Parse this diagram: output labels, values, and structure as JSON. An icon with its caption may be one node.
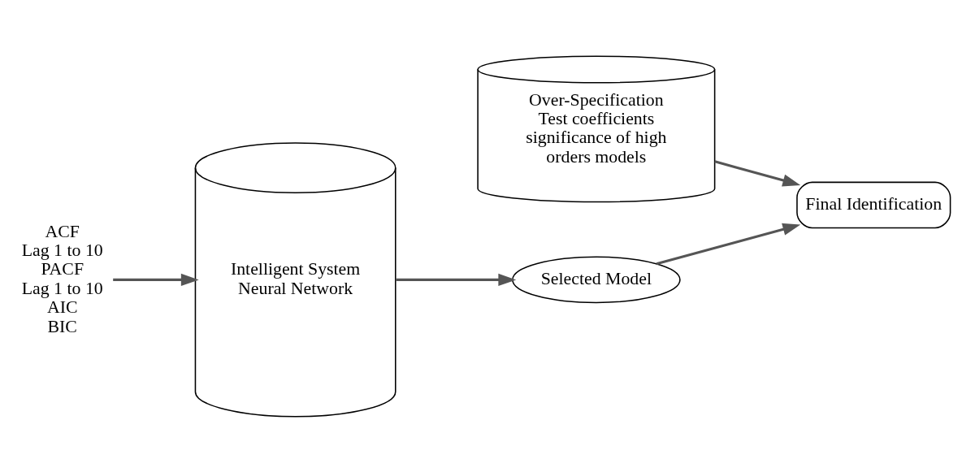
{
  "diagram": {
    "nodes": [
      {
        "text": [
          "ACF",
          "Lag 1 to 10",
          "PACF",
          "Lag 1 to 10",
          "AIC",
          "BIC"
        ]
      },
      {
        "text": [
          "Intelligent System",
          "Neural Network"
        ]
      },
      {
        "text": [
          "Selected Model"
        ]
      },
      {
        "text": [
          "Over-Specification",
          "Test coefficients significance of high orders models"
        ]
      },
      {
        "text": [
          "Final Identification"
        ]
      }
    ],
    "edges": [
      {
        "from": 0,
        "to": 1,
        "arrow": "to"
      },
      {
        "from": 1,
        "to": 2,
        "arrow": "to"
      },
      {
        "from": 2,
        "to": 4,
        "arrow": "to"
      },
      {
        "from": 3,
        "to": 4,
        "arrow": "to"
      }
    ]
  }
}
